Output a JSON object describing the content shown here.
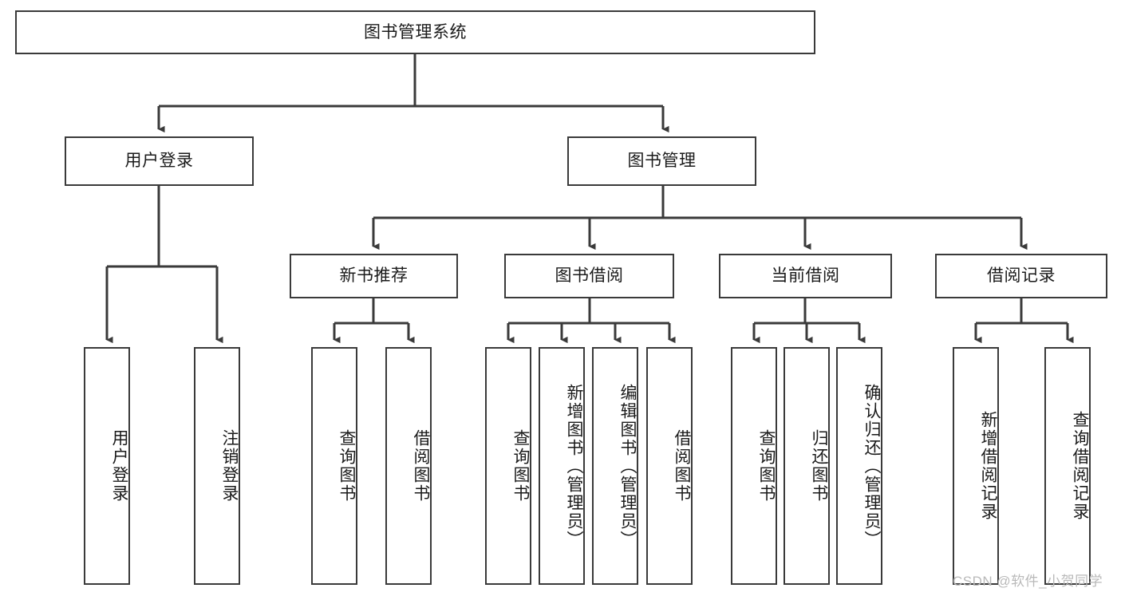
{
  "diagram": {
    "title": "图书管理系统",
    "type": "tree",
    "watermark": "CSDN @软件_小贺同学",
    "colors": {
      "box_border": "#3a3a3a",
      "box_fill": "#ffffff",
      "connector": "#3a3a3a",
      "text": "#1a1a1a",
      "watermark": "#b9b9b9",
      "background": "#ffffff"
    },
    "levels": {
      "root": "图书管理系统",
      "level2": [
        "用户登录",
        "图书管理"
      ],
      "level3": [
        "新书推荐",
        "图书借阅",
        "当前借阅",
        "借阅记录"
      ]
    },
    "nodes": {
      "root": {
        "label": "图书管理系统"
      },
      "user_login": {
        "label": "用户登录"
      },
      "book_manage": {
        "label": "图书管理"
      },
      "new_book_rec": {
        "label": "新书推荐"
      },
      "book_borrow": {
        "label": "图书借阅"
      },
      "current_borrow": {
        "label": "当前借阅"
      },
      "borrow_record": {
        "label": "借阅记录"
      },
      "leaf_user_login": {
        "label": "用户登录"
      },
      "leaf_logout": {
        "label": "注销登录"
      },
      "leaf_query_book_1": {
        "label": "查询图书"
      },
      "leaf_borrow_book_1": {
        "label": "借阅图书"
      },
      "leaf_query_book_2": {
        "label": "查询图书"
      },
      "leaf_add_book": {
        "label": "新增图书（管理员）"
      },
      "leaf_edit_book": {
        "label": "编辑图书（管理员）"
      },
      "leaf_borrow_book_2": {
        "label": "借阅图书"
      },
      "leaf_query_book_3": {
        "label": "查询图书"
      },
      "leaf_return_book": {
        "label": "归还图书"
      },
      "leaf_confirm_return": {
        "label": "确认归还（管理员）"
      },
      "leaf_add_record": {
        "label": "新增借阅记录"
      },
      "leaf_query_record": {
        "label": "查询借阅记录"
      }
    },
    "edges": [
      {
        "from": "root",
        "to": "user_login"
      },
      {
        "from": "root",
        "to": "book_manage"
      },
      {
        "from": "user_login",
        "to": "leaf_user_login"
      },
      {
        "from": "user_login",
        "to": "leaf_logout"
      },
      {
        "from": "book_manage",
        "to": "new_book_rec"
      },
      {
        "from": "book_manage",
        "to": "book_borrow"
      },
      {
        "from": "book_manage",
        "to": "current_borrow"
      },
      {
        "from": "book_manage",
        "to": "borrow_record"
      },
      {
        "from": "new_book_rec",
        "to": "leaf_query_book_1"
      },
      {
        "from": "new_book_rec",
        "to": "leaf_borrow_book_1"
      },
      {
        "from": "book_borrow",
        "to": "leaf_query_book_2"
      },
      {
        "from": "book_borrow",
        "to": "leaf_add_book"
      },
      {
        "from": "book_borrow",
        "to": "leaf_edit_book"
      },
      {
        "from": "book_borrow",
        "to": "leaf_borrow_book_2"
      },
      {
        "from": "current_borrow",
        "to": "leaf_query_book_3"
      },
      {
        "from": "current_borrow",
        "to": "leaf_return_book"
      },
      {
        "from": "current_borrow",
        "to": "leaf_confirm_return"
      },
      {
        "from": "borrow_record",
        "to": "leaf_add_record"
      },
      {
        "from": "borrow_record",
        "to": "leaf_query_record"
      }
    ]
  }
}
